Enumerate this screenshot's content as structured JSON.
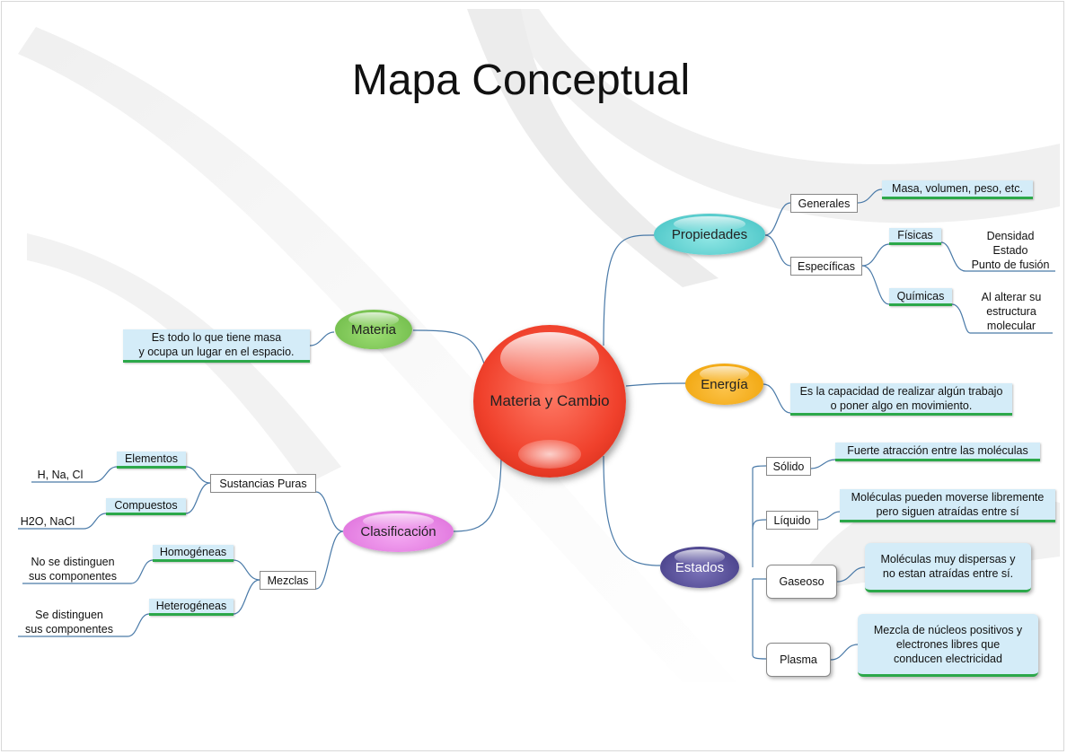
{
  "title": "Mapa Conceptual",
  "center": "Materia y Cambio",
  "materia": {
    "label": "Materia",
    "definition": [
      "Es todo lo que tiene masa",
      "y ocupa  un lugar en el  espacio."
    ]
  },
  "propiedades": {
    "label": "Propiedades",
    "generales": {
      "label": "Generales",
      "example": "Masa, volumen, peso, etc."
    },
    "especificas": {
      "label": "Específicas",
      "fisicas": {
        "label": "Físicas",
        "items": [
          "Densidad",
          "Estado",
          "Punto de fusión"
        ]
      },
      "quimicas": {
        "label": "Químicas",
        "items": [
          "Al alterar su",
          "estructura",
          "molecular"
        ]
      }
    }
  },
  "energia": {
    "label": "Energía",
    "definition": [
      "Es la capacidad de realizar algún trabajo",
      "o poner algo en movimiento."
    ]
  },
  "estados": {
    "label": "Estados",
    "solido": {
      "label": "Sólido",
      "desc": [
        "Fuerte atracción entre las moléculas"
      ]
    },
    "liquido": {
      "label": "Líquido",
      "desc": [
        "Moléculas  pueden moverse libremente",
        "pero siguen atraídas entre sí"
      ]
    },
    "gaseoso": {
      "label": "Gaseoso",
      "desc": [
        "Moléculas muy dispersas y",
        "no estan atraídas entre sí."
      ]
    },
    "plasma": {
      "label": "Plasma",
      "desc": [
        "Mezcla de núcleos positivos y",
        "electrones libres que",
        "conducen electricidad"
      ]
    }
  },
  "clasificacion": {
    "label": "Clasificación",
    "sustancias": {
      "label": "Sustancias Puras",
      "elementos": {
        "label": "Elementos",
        "examples": "H, Na, Cl"
      },
      "compuestos": {
        "label": "Compuestos",
        "examples": "H2O, NaCl"
      }
    },
    "mezclas": {
      "label": "Mezclas",
      "homogeneas": {
        "label": "Homogéneas",
        "desc": [
          "No se distinguen",
          "sus componentes"
        ]
      },
      "heterogeneas": {
        "label": "Heterogéneas",
        "desc": [
          "Se distinguen",
          "sus componentes"
        ]
      }
    }
  },
  "colors": {
    "center": "#f0412c",
    "materia": "#7cc552",
    "propiedades": "#52d0d0",
    "energia": "#f5a80f",
    "estados": "#4e4690",
    "clasificacion": "#e67fe2",
    "connector": "#4a7aa8",
    "accent": "#2ca84a"
  }
}
